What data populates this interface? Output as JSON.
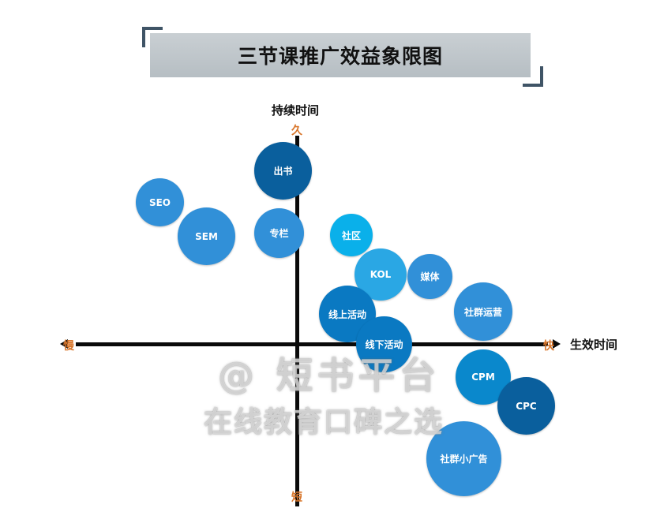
{
  "title": "三节课推广效益象限图",
  "axes": {
    "y_title": "持续时间",
    "y_top": "久",
    "y_bottom": "短",
    "x_title": "生效时间",
    "x_left": "慢",
    "x_right": "快"
  },
  "bubbles": [
    {
      "label": "出书",
      "color": "#0a5f9d"
    },
    {
      "label": "SEO",
      "color": "#3190d8"
    },
    {
      "label": "SEM",
      "color": "#3190d8"
    },
    {
      "label": "专栏",
      "color": "#3190d8"
    },
    {
      "label": "社区",
      "color": "#0ab0ea"
    },
    {
      "label": "KOL",
      "color": "#2aa7e4"
    },
    {
      "label": "媒体",
      "color": "#3190d8"
    },
    {
      "label": "线上活动",
      "color": "#0a79c2"
    },
    {
      "label": "社群运营",
      "color": "#3190d8"
    },
    {
      "label": "线下活动",
      "color": "#0a79c2"
    },
    {
      "label": "CPM",
      "color": "#0a88cc"
    },
    {
      "label": "CPC",
      "color": "#0a5f9d"
    },
    {
      "label": "社群小广告",
      "color": "#3190d8"
    }
  ],
  "watermark": {
    "line1": "@ 短书平台",
    "line2": "在线教育口碑之选"
  }
}
